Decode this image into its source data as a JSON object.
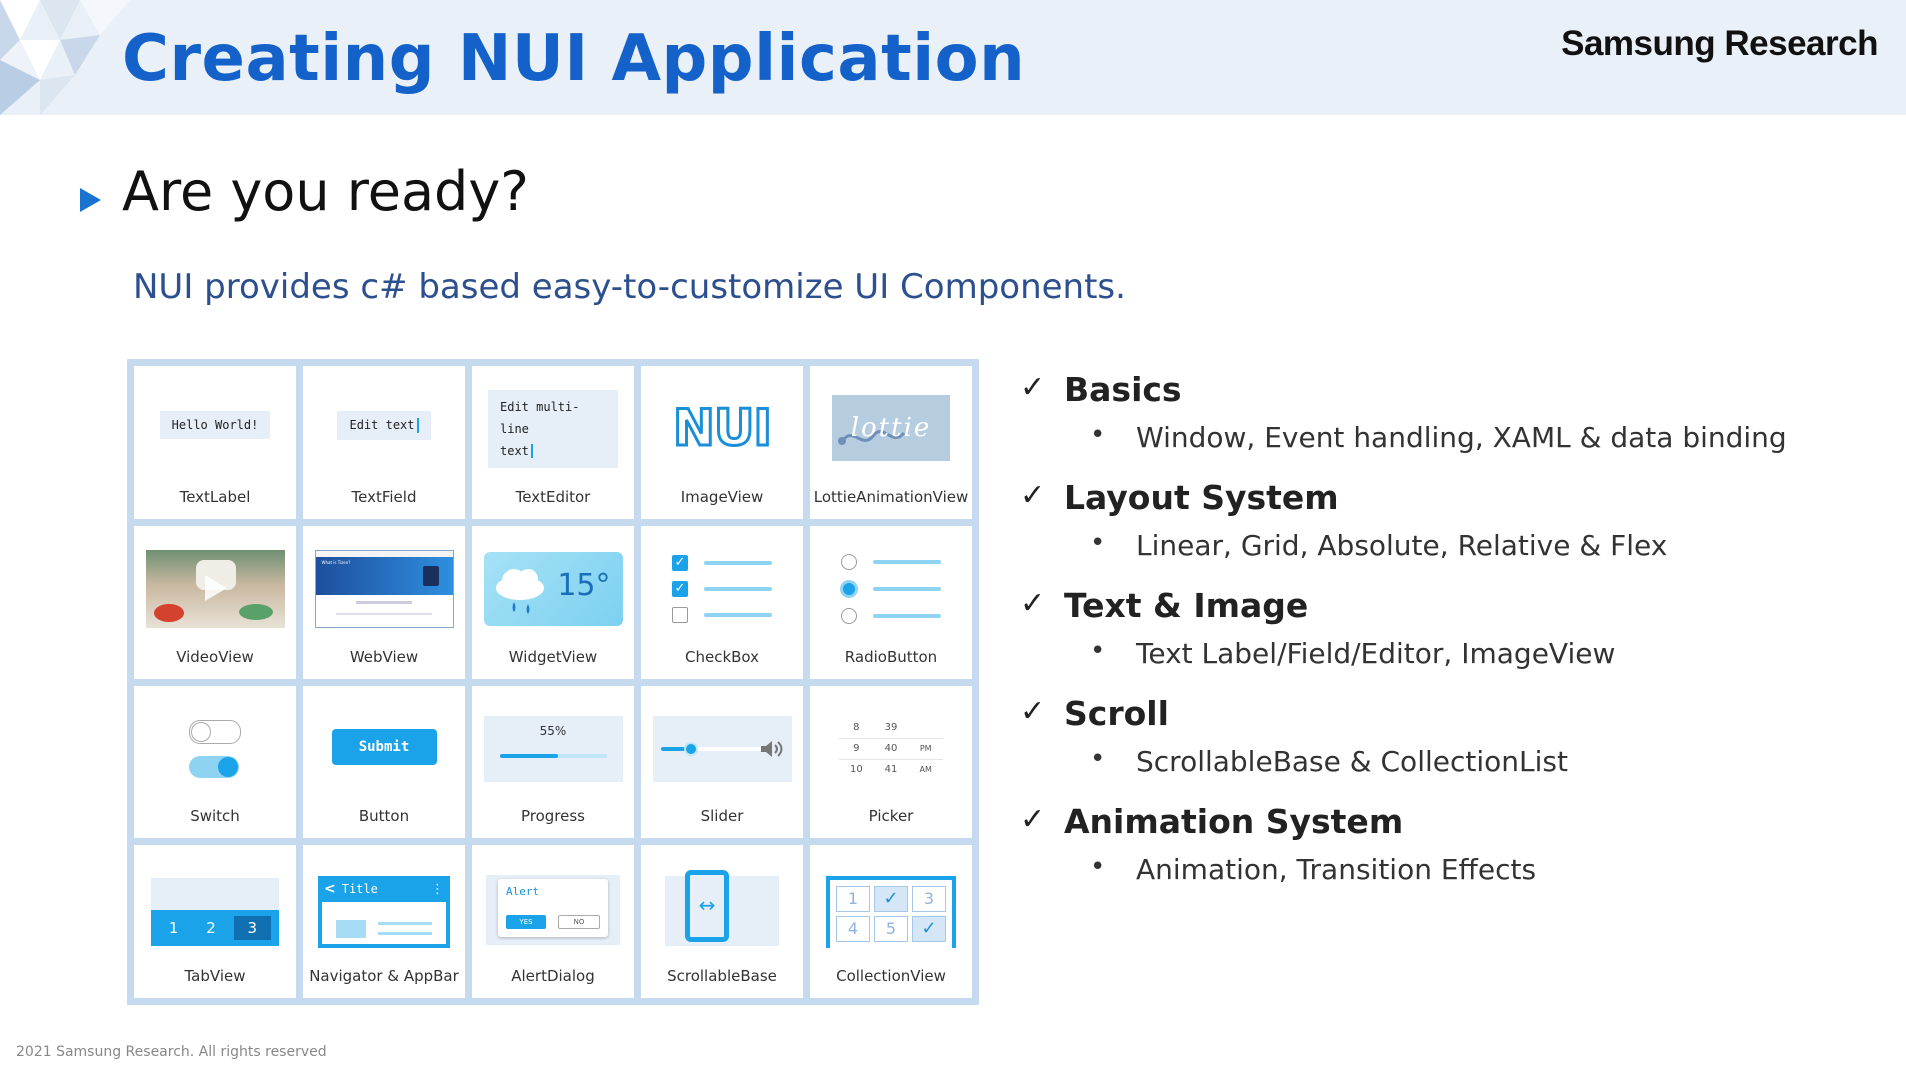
{
  "header": {
    "title": "Creating NUI Application",
    "brand": "Samsung Research"
  },
  "heading": "Are you ready?",
  "subheading": "NUI provides c# based easy-to-customize UI Components.",
  "components": [
    {
      "label": "TextLabel",
      "text": "Hello World!"
    },
    {
      "label": "TextField",
      "text": "Edit text"
    },
    {
      "label": "TextEditor",
      "text": "Edit multi-line",
      "text2": "text"
    },
    {
      "label": "ImageView",
      "text": "NUI"
    },
    {
      "label": "LottieAnimationView",
      "text": "lottie"
    },
    {
      "label": "VideoView"
    },
    {
      "label": "WebView",
      "text": "What is Tizen?"
    },
    {
      "label": "WidgetView",
      "text": "15°"
    },
    {
      "label": "CheckBox"
    },
    {
      "label": "RadioButton"
    },
    {
      "label": "Switch"
    },
    {
      "label": "Button",
      "text": "Submit"
    },
    {
      "label": "Progress",
      "text": "55%",
      "value": 0.55
    },
    {
      "label": "Slider",
      "value": 0.3
    },
    {
      "label": "Picker",
      "rows": [
        [
          "8",
          "39",
          ""
        ],
        [
          "9",
          "40",
          "PM"
        ],
        [
          "10",
          "41",
          "AM"
        ]
      ]
    },
    {
      "label": "TabView",
      "tabs": [
        "1",
        "2",
        "3"
      ]
    },
    {
      "label": "Navigator & AppBar",
      "text": "Title"
    },
    {
      "label": "AlertDialog",
      "text": "Alert",
      "yes": "YES",
      "no": "NO"
    },
    {
      "label": "ScrollableBase"
    },
    {
      "label": "CollectionView",
      "cells": [
        "1",
        "",
        "3",
        "4",
        "5",
        ""
      ]
    }
  ],
  "features": [
    {
      "title": "Basics",
      "detail": "Window, Event handling, XAML & data binding"
    },
    {
      "title": "Layout System",
      "detail": "Linear, Grid, Absolute, Relative & Flex"
    },
    {
      "title": "Text & Image",
      "detail": "Text Label/Field/Editor, ImageView"
    },
    {
      "title": "Scroll",
      "detail": "ScrollableBase & CollectionList"
    },
    {
      "title": "Animation System",
      "detail": "Animation, Transition Effects"
    }
  ],
  "feature_check_glyph": "✓",
  "feature_bullet_glyph": "•",
  "footer": "2021 Samsung Research. All rights reserved",
  "colors": {
    "accent": "#1462c9",
    "header_bg": "#e9f0f7",
    "grid_border": "#c5d9ef",
    "widget_blue": "#1aa3e8"
  }
}
